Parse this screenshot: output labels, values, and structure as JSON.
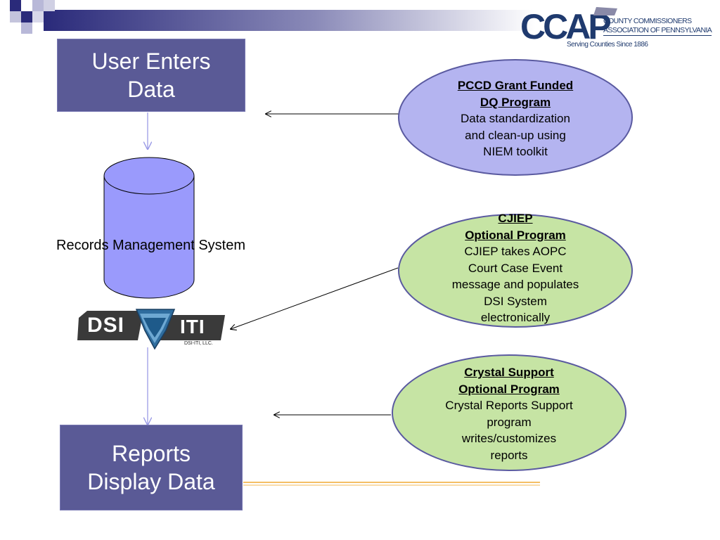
{
  "boxes": {
    "user_enters": "User Enters Data",
    "reports_display": "Reports Display Data"
  },
  "rms_label": "Records Management System",
  "ellipses": {
    "pccd": {
      "heading": [
        "PCCD Grant Funded",
        "DQ Program"
      ],
      "body": [
        "Data standardization",
        "and clean-up using",
        "NIEM toolkit"
      ],
      "fill": "#b4b4f0"
    },
    "cjiep": {
      "heading": [
        "CJIEP",
        "Optional Program"
      ],
      "body": [
        "CJIEP takes AOPC",
        "Court Case Event",
        "message and populates",
        "DSI System",
        "electronically"
      ],
      "fill": "#c6e4a4"
    },
    "crystal": {
      "heading": [
        "Crystal Support",
        "Optional Program"
      ],
      "body": [
        "Crystal Reports Support",
        "program",
        "writes/customizes",
        "reports"
      ],
      "fill": "#c6e4a4"
    }
  },
  "logos": {
    "ccap": {
      "letters": "CCAP",
      "org_line1": "COUNTY COMMISSIONERS",
      "org_line2": "ASSOCIATION OF PENNSYLVANIA",
      "tagline": "Serving Counties Since 1886"
    },
    "dsi": {
      "left": "DSI",
      "right": "ITI",
      "small": "DSI-ITI, LLC."
    }
  },
  "colors": {
    "box_fill": "#5a5a96",
    "cylinder_fill": "#9a9afc",
    "header_blue": "#2a2a7a",
    "connector": "#9a9ae6",
    "accent_line": "#f0a830"
  }
}
